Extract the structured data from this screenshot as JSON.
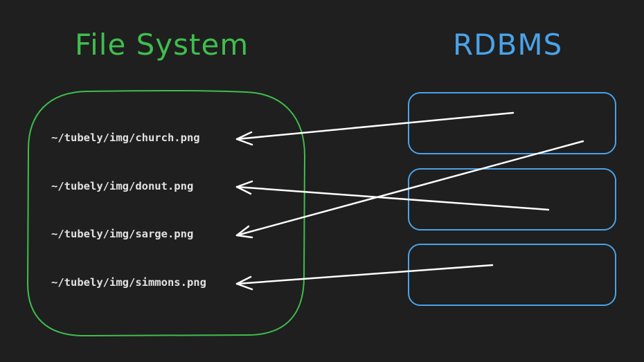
{
  "file_system": {
    "title": "File System",
    "color": "#3fbe4e",
    "files": [
      "~/tubely/img/church.png",
      "~/tubely/img/donut.png",
      "~/tubely/img/sarge.png",
      "~/tubely/img/simmons.png"
    ]
  },
  "rdbms": {
    "title": "RDBMS",
    "color": "#4aa3ea",
    "rows": [
      "",
      "",
      ""
    ]
  },
  "links": [
    {
      "from_row": 0,
      "to_file": 0
    },
    {
      "from_row": 0,
      "to_file": 2
    },
    {
      "from_row": 1,
      "to_file": 1
    },
    {
      "from_row": 2,
      "to_file": 3
    }
  ]
}
